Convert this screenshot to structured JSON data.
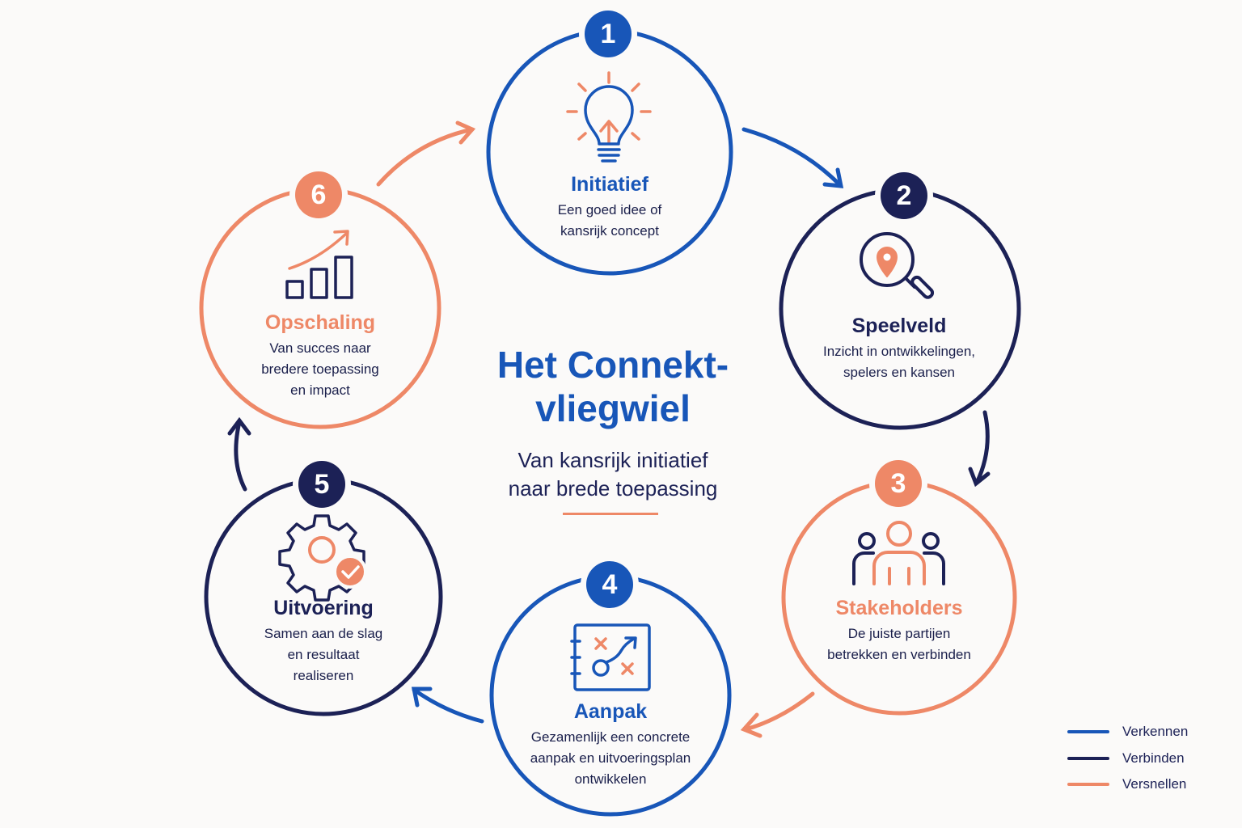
{
  "colors": {
    "blue": "#1856b8",
    "navy": "#1c2156",
    "coral": "#ee8867"
  },
  "center": {
    "title_line1": "Het Connekt-",
    "title_line2": "vliegwiel",
    "subtitle_line1": "Van kansrijk initiatief",
    "subtitle_line2": "naar brede toepassing"
  },
  "steps": [
    {
      "number": "1",
      "title": "Initiatief",
      "desc_line1": "Een goed idee of",
      "desc_line2": "kansrijk concept",
      "desc_line3": "",
      "icon": "lightbulb-icon",
      "color": "#1856b8"
    },
    {
      "number": "2",
      "title": "Speelveld",
      "desc_line1": "Inzicht in ontwikkelingen,",
      "desc_line2": "spelers en kansen",
      "desc_line3": "",
      "icon": "location-search-icon",
      "color": "#1c2156"
    },
    {
      "number": "3",
      "title": "Stakeholders",
      "desc_line1": "De juiste partijen",
      "desc_line2": "betrekken en verbinden",
      "desc_line3": "",
      "icon": "people-group-icon",
      "color": "#ee8867"
    },
    {
      "number": "4",
      "title": "Aanpak",
      "desc_line1": "Gezamenlijk een concrete",
      "desc_line2": "aanpak en uitvoeringsplan",
      "desc_line3": "ontwikkelen",
      "icon": "strategy-board-icon",
      "color": "#1856b8"
    },
    {
      "number": "5",
      "title": "Uitvoering",
      "desc_line1": "Samen aan de slag",
      "desc_line2": "en resultaat",
      "desc_line3": "realiseren",
      "icon": "gear-check-icon",
      "color": "#1c2156"
    },
    {
      "number": "6",
      "title": "Opschaling",
      "desc_line1": "Van succes naar",
      "desc_line2": "bredere toepassing",
      "desc_line3": "en impact",
      "icon": "growth-chart-icon",
      "color": "#ee8867"
    }
  ],
  "legend": [
    {
      "label": "Verkennen",
      "color": "#1856b8"
    },
    {
      "label": "Verbinden",
      "color": "#1c2156"
    },
    {
      "label": "Versnellen",
      "color": "#ee8867"
    }
  ]
}
